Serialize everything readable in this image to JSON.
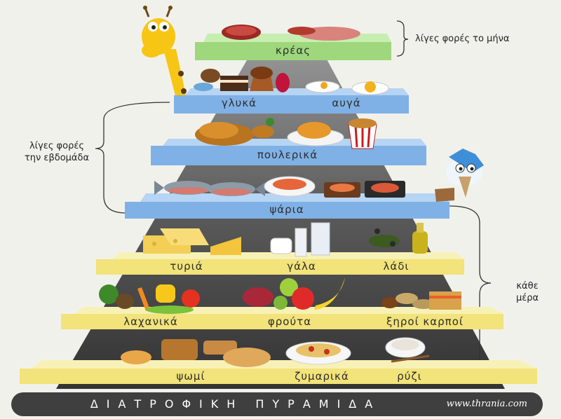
{
  "tiers": {
    "meat": "κρέας",
    "sweets": "γλυκά",
    "eggs": "αυγά",
    "poultry": "πουλερικά",
    "fish": "ψάρια",
    "cheese": "τυριά",
    "milk": "γάλα",
    "oil": "λάδι",
    "vegetables": "λαχανικά",
    "fruits": "φρούτα",
    "nuts": "ξηροί καρποί",
    "bread": "ψωμί",
    "pasta": "ζυμαρικά",
    "rice": "ρύζι"
  },
  "notes": {
    "monthly": "λίγες φορές το μήνα",
    "weekly_line1": "λίγες φορές",
    "weekly_line2": "την εβδομάδα",
    "daily_line1": "κάθε",
    "daily_line2": "μέρα"
  },
  "footer": {
    "title": "ΔΙΑΤΡΟΦΙΚΗ ΠΥΡΑΜΙΔΑ",
    "site": "www.thrania.com"
  },
  "colors": {
    "green_shelf": "#9ed77c",
    "blue_shelf": "#7fb1e6",
    "yellow_shelf": "#f2e37a",
    "pyramid_back": "#4a4a4a",
    "footer_bg": "#3f3f3f"
  }
}
